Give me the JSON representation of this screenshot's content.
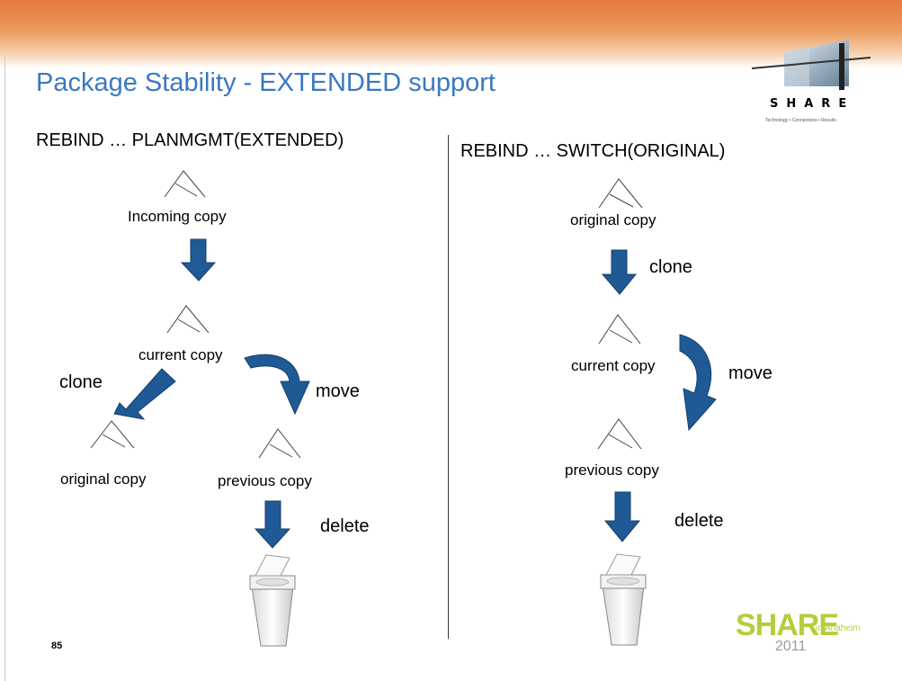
{
  "slide": {
    "title": "Package Stability - EXTENDED support",
    "page_number": "85"
  },
  "left": {
    "heading": "REBIND … PLANMGMT(EXTENDED)",
    "incoming_label": "Incoming copy",
    "current_label": "current copy",
    "original_label": "original copy",
    "previous_label": "previous copy",
    "clone_label": "clone",
    "move_label": "move",
    "delete_label": "delete"
  },
  "right": {
    "heading": "REBIND … SWITCH(ORIGINAL)",
    "original_label": "original copy",
    "current_label": "current copy",
    "previous_label": "previous copy",
    "clone_label": "clone",
    "move_label": "move",
    "delete_label": "delete"
  },
  "logos": {
    "top_wordmark": "SHARE",
    "top_tagline": "Technology • Connections • Results",
    "bottom_wordmark": "SHARE",
    "bottom_place": "in Anaheim",
    "bottom_year": "2011"
  },
  "colors": {
    "title": "#3a78c2",
    "arrow": "#1f5a96",
    "header_orange": "#e3783d",
    "share_green": "#b8cc3a"
  }
}
